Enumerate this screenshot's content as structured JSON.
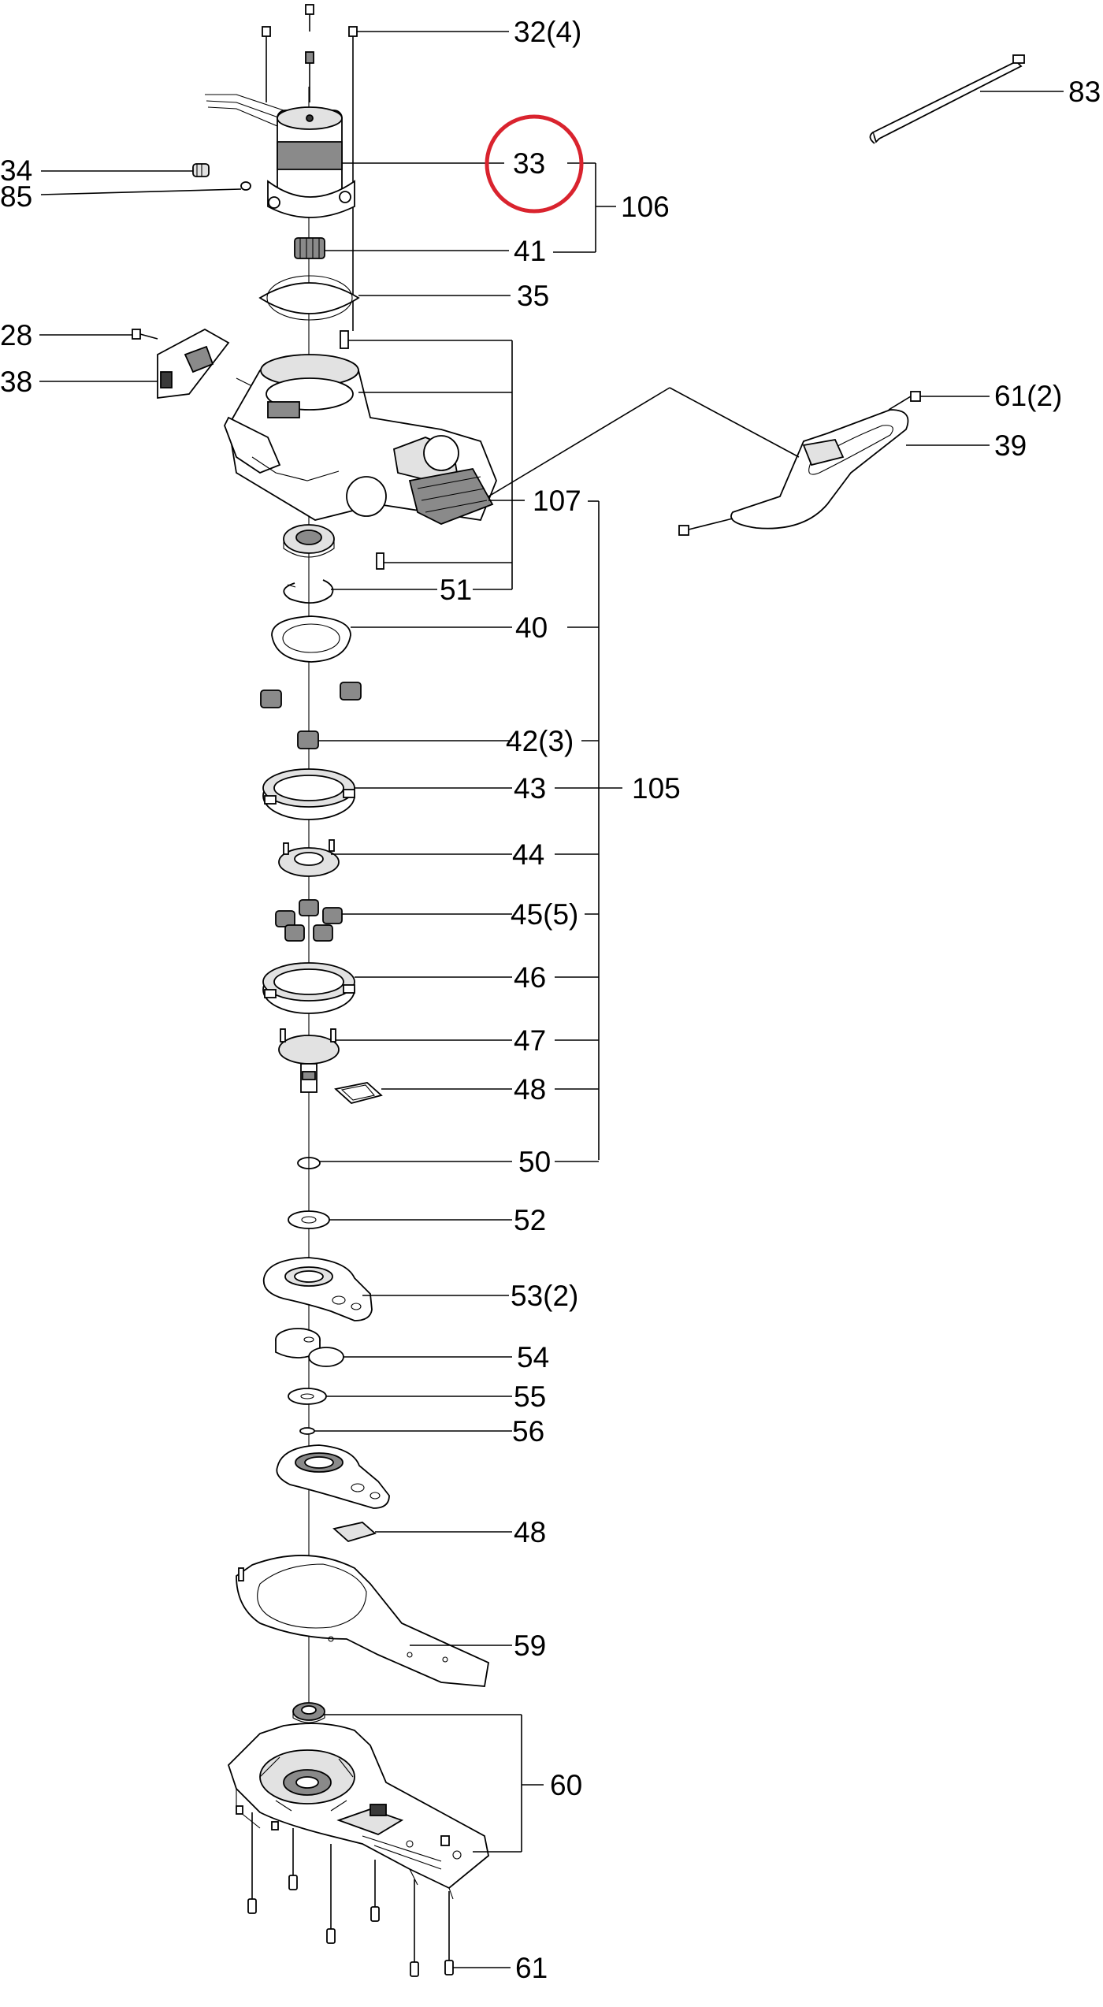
{
  "diagram": {
    "highlight_color": "#d9232e",
    "line_color": "#000000",
    "labels": {
      "l32": "32(4)",
      "l83": "83",
      "l33": "33",
      "l106": "106",
      "l34": "34",
      "l85": "85",
      "l41": "41",
      "l35": "35",
      "l28": "28",
      "l38": "38",
      "l61a": "61(2)",
      "l39": "39",
      "l107": "107",
      "l51": "51",
      "l40": "40",
      "l42": "42(3)",
      "l43": "43",
      "l105": "105",
      "l44": "44",
      "l45": "45(5)",
      "l46": "46",
      "l47": "47",
      "l48a": "48",
      "l50": "50",
      "l52": "52",
      "l53": "53(2)",
      "l54": "54",
      "l55": "55",
      "l56": "56",
      "l48b": "48",
      "l59": "59",
      "l60": "60",
      "l61b": "61"
    },
    "highlighted_label": "33"
  }
}
